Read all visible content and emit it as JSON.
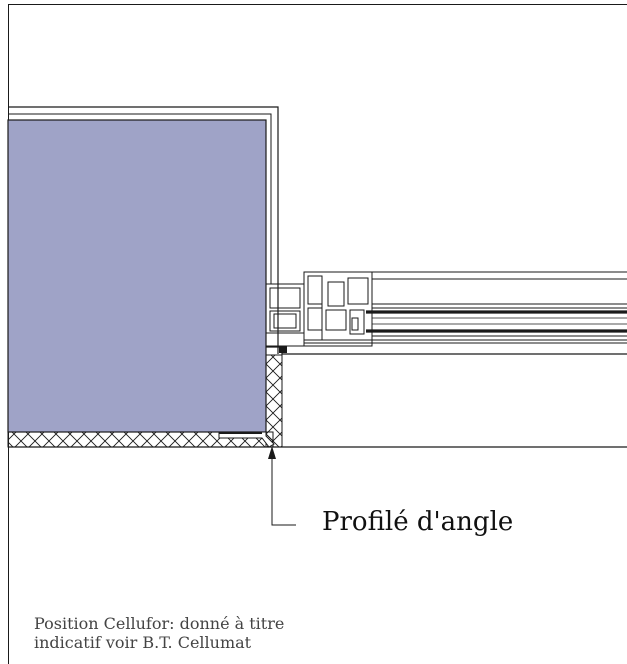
{
  "callout": {
    "label": "Profilé d'angle"
  },
  "note": {
    "line1": "Position Cellufor: donné à titre",
    "line2": "indicatif voir B.T. Cellumat"
  },
  "colors": {
    "panel_fill": "#9fa3c7",
    "line": "#1a1a1a",
    "glass": "#222222",
    "background": "#ffffff"
  },
  "icons": {
    "callout_arrow": "arrow-up-icon"
  }
}
